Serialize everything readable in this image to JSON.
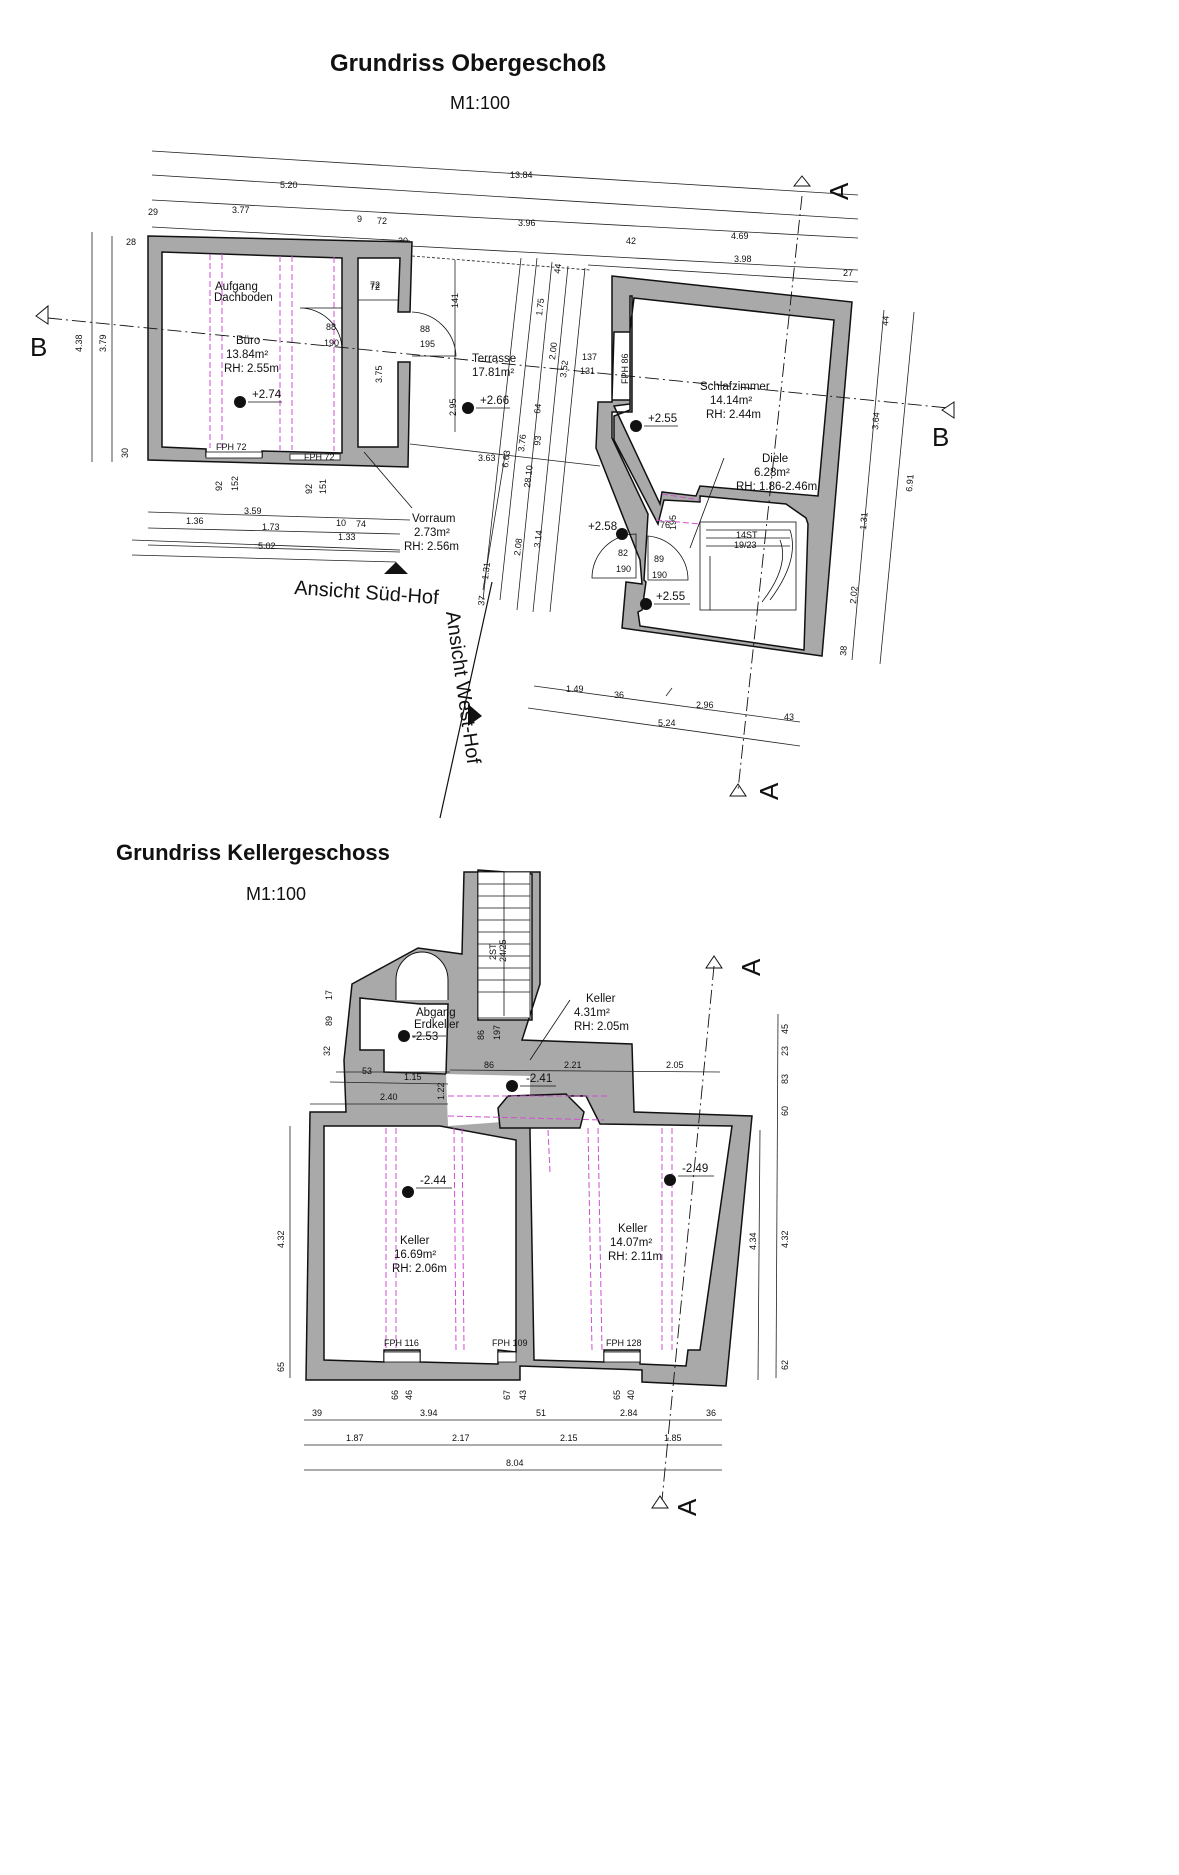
{
  "upper": {
    "title": "Grundriss Obergeschoß",
    "scale": "M1:100",
    "section_marks": {
      "a": "A",
      "b": "B"
    },
    "views": {
      "south": "Ansicht Süd-Hof",
      "west": "Ansicht West-Hof"
    },
    "rooms": {
      "buero": {
        "name": "Büro",
        "area": "13.84m²",
        "rh": "RH: 2.55m"
      },
      "terrasse": {
        "name": "Terrasse",
        "area": "17.81m²"
      },
      "schlafzimmer": {
        "name": "Schlafzimmer",
        "area": "14.14m²",
        "rh": "RH: 2.44m"
      },
      "diele": {
        "name": "Diele",
        "area": "6.28m²",
        "rh": "RH: 1.86-2.46m"
      },
      "vorraum": {
        "name": "Vorraum",
        "area": "2.73m²",
        "rh": "RH: 2.56m"
      },
      "aufgang": {
        "line1": "Aufgang",
        "line2": "Dachboden"
      }
    },
    "levels": [
      "+2.74",
      "+2.66",
      "+2.55",
      "+2.58",
      "+2.55"
    ],
    "windows": [
      "FPH 72",
      "FPH 72",
      "FPH 86"
    ],
    "stair": {
      "steps": "14ST",
      "ratio": "19/23"
    },
    "door_dims": [
      "88",
      "190",
      "88",
      "195",
      "137",
      "131",
      "76",
      "195",
      "82",
      "89",
      "190",
      "190"
    ],
    "dims": {
      "top1": "13.84",
      "top2": "5.20",
      "top3a": "3.77",
      "top3b": "9",
      "top3c": "72",
      "top3d": "3.96",
      "top3e": "4.69",
      "t29": "29",
      "t28": "28",
      "t30": "30",
      "t72": "72",
      "t42": "42",
      "t398": "3.98",
      "t27": "27",
      "left438": "4.38",
      "left379": "3.79",
      "left30": "30",
      "v141": "141",
      "v375": "3.75",
      "v295": "2.95",
      "v363": "3.63",
      "b92a": "92",
      "b152": "152",
      "b92b": "92",
      "b151": "151",
      "b359": "3.59",
      "b136": "1.36",
      "b173": "1.73",
      "b10": "10",
      "b74": "74",
      "b133": "1.33",
      "b502": "5.02",
      "m175": "1.75",
      "m200": "2.00",
      "m352": "3.52",
      "m44": "44",
      "m64": "64",
      "m93": "93",
      "m376": "3.76",
      "m663": "6.63",
      "m2810": "28.10",
      "m208": "2.08",
      "m314": "3.14",
      "m131": "1.31",
      "m37": "37",
      "r44": "44",
      "r364": "3.64",
      "r691": "6.91",
      "r131": "1.31",
      "r202": "2.02",
      "r38": "38",
      "bb149": "1.49",
      "bb36": "36",
      "bb296": "2.96",
      "bb43": "43",
      "bb524": "5.24"
    }
  },
  "lower": {
    "title": "Grundriss Kellergeschoss",
    "scale": "M1:100",
    "rooms": {
      "abgang": {
        "line1": "Abgang",
        "line2": "Erdkeller",
        "level": "-2.53"
      },
      "keller_small": {
        "name": "Keller",
        "area": "4.31m²",
        "rh": "RH: 2.05m"
      },
      "keller_left": {
        "name": "Keller",
        "area": "16.69m²",
        "rh": "RH: 2.06m",
        "level": "-2.44"
      },
      "keller_right": {
        "name": "Keller",
        "area": "14.07m²",
        "rh": "RH: 2.11m",
        "level": "-2.49"
      }
    },
    "hall_level": "-2.41",
    "stair": {
      "steps": "2ST",
      "ratio": "24/25"
    },
    "windows": [
      "FPH 116",
      "FPH 109",
      "FPH 128"
    ],
    "dims": {
      "l17": "17",
      "l89": "89",
      "l32": "32",
      "l53": "53",
      "l115": "1.15",
      "l122": "1.22",
      "l240": "2.40",
      "d86a": "86",
      "d197": "197",
      "d86b": "86",
      "d221": "2.21",
      "d205": "2.05",
      "r45": "45",
      "r23": "23",
      "r83": "83",
      "r60": "60",
      "r432": "4.32",
      "r434": "4.34",
      "r62": "62",
      "left432": "4.32",
      "left65": "65",
      "w66": "66",
      "w46": "46",
      "w67": "67",
      "w43": "43",
      "w65": "65",
      "w40": "40",
      "b39": "39",
      "b394": "3.94",
      "b51": "51",
      "b284": "2.84",
      "b36": "36",
      "b187": "1.87",
      "b217": "2.17",
      "b215": "2.15",
      "b185": "1.85",
      "b804": "8.04"
    }
  }
}
